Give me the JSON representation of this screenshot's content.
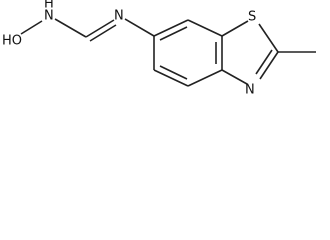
{
  "atoms": {
    "hydroxyl": "HO",
    "n_hydroxyamine": "N",
    "n_hydroxyamine_h": "H",
    "n_imine": "N",
    "sulfur": "S",
    "n_thiazole": "N"
  },
  "colors": {
    "bond": "#222222",
    "label": "#111111",
    "background": "#ffffff"
  }
}
